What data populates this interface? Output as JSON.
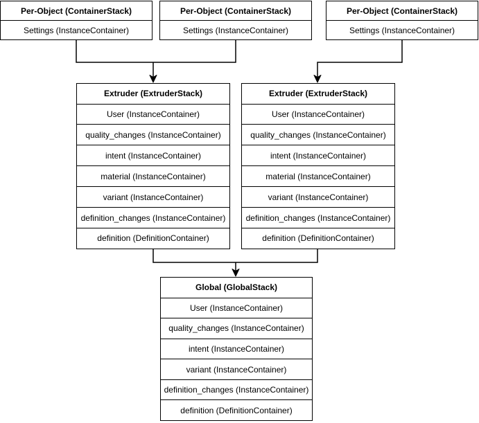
{
  "diagram": {
    "colors": {
      "background": "#ffffff",
      "line": "#000000",
      "text": "#000000"
    },
    "per_object_stacks": [
      {
        "title": "Per-Object (ContainerStack)",
        "rows": [
          "Settings (InstanceContainer)"
        ]
      },
      {
        "title": "Per-Object (ContainerStack)",
        "rows": [
          "Settings (InstanceContainer)"
        ]
      },
      {
        "title": "Per-Object (ContainerStack)",
        "rows": [
          "Settings (InstanceContainer)"
        ]
      }
    ],
    "extruder_stacks": [
      {
        "title": "Extruder (ExtruderStack)",
        "rows": [
          "User (InstanceContainer)",
          "quality_changes (InstanceContainer)",
          "intent (InstanceContainer)",
          "material (InstanceContainer)",
          "variant (InstanceContainer)",
          "definition_changes (InstanceContainer)",
          "definition (DefinitionContainer)"
        ]
      },
      {
        "title": "Extruder (ExtruderStack)",
        "rows": [
          "User (InstanceContainer)",
          "quality_changes (InstanceContainer)",
          "intent (InstanceContainer)",
          "material (InstanceContainer)",
          "variant (InstanceContainer)",
          "definition_changes (InstanceContainer)",
          "definition (DefinitionContainer)"
        ]
      }
    ],
    "global_stack": {
      "title": "Global (GlobalStack)",
      "rows": [
        "User (InstanceContainer)",
        "quality_changes (InstanceContainer)",
        "intent (InstanceContainer)",
        "variant (InstanceContainer)",
        "definition_changes (InstanceContainer)",
        "definition (DefinitionContainer)"
      ]
    }
  }
}
